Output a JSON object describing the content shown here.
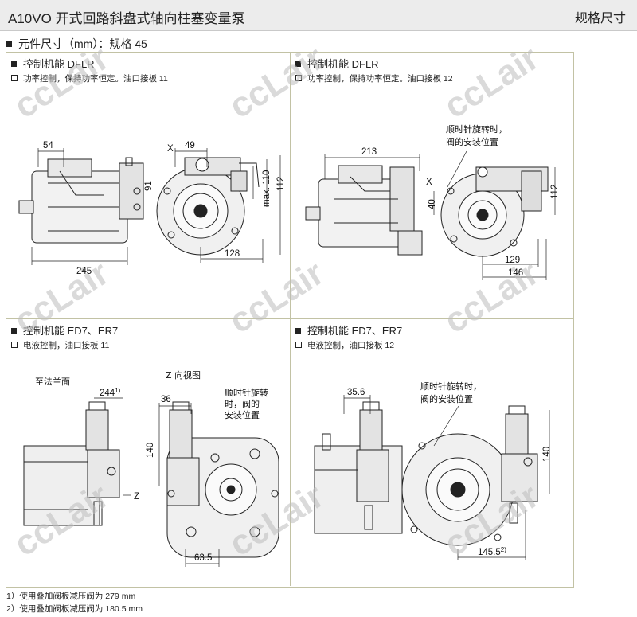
{
  "header": {
    "title": "A10VO 开式回路斜盘式轴向柱塞变量泵",
    "right": "规格尺寸"
  },
  "section_title": "元件尺寸（mm）：规格 45",
  "panels": [
    {
      "heading": "控制机能 DFLR",
      "sub": "功率控制，保持功率恒定。油口接板 11"
    },
    {
      "heading": "控制机能 DFLR",
      "sub": "功率控制，保持功率恒定。油口接板 12"
    },
    {
      "heading": "控制机能 ED7、ER7",
      "sub": "电液控制，油口接板 11"
    },
    {
      "heading": "控制机能 ED7、ER7",
      "sub": "电液控制，油口接板 12"
    }
  ],
  "dims": {
    "p1": {
      "d54": "54",
      "x": "X",
      "d49": "49",
      "d91": "91",
      "max110": "max. 110",
      "d112": "112",
      "d245": "245",
      "d128": "128"
    },
    "p2": {
      "d213": "213",
      "x": "X",
      "d40": "40",
      "d112": "112",
      "d129": "129",
      "d146": "146",
      "note1": "顺时针旋转时，",
      "note2": "阀的安装位置"
    },
    "p3": {
      "flange": "至法兰面",
      "zview": "Z 向视图",
      "d244": "244",
      "sup1": "1)",
      "d36": "36",
      "d140": "140",
      "z": "Z",
      "d63": "63.5",
      "note1": "顺时针旋转",
      "note2": "时，阀的",
      "note3": "安装位置"
    },
    "p4": {
      "d35": "35.6",
      "note1": "顺时针旋转时，",
      "note2": "阀的安装位置",
      "d140": "140",
      "d145": "145.5",
      "sup2": "2)"
    }
  },
  "footnotes": [
    "1）使用叠加阀板减压阀为 279 mm",
    "2）使用叠加阀板减压阀为 180.5 mm"
  ],
  "watermark": "ccLair"
}
